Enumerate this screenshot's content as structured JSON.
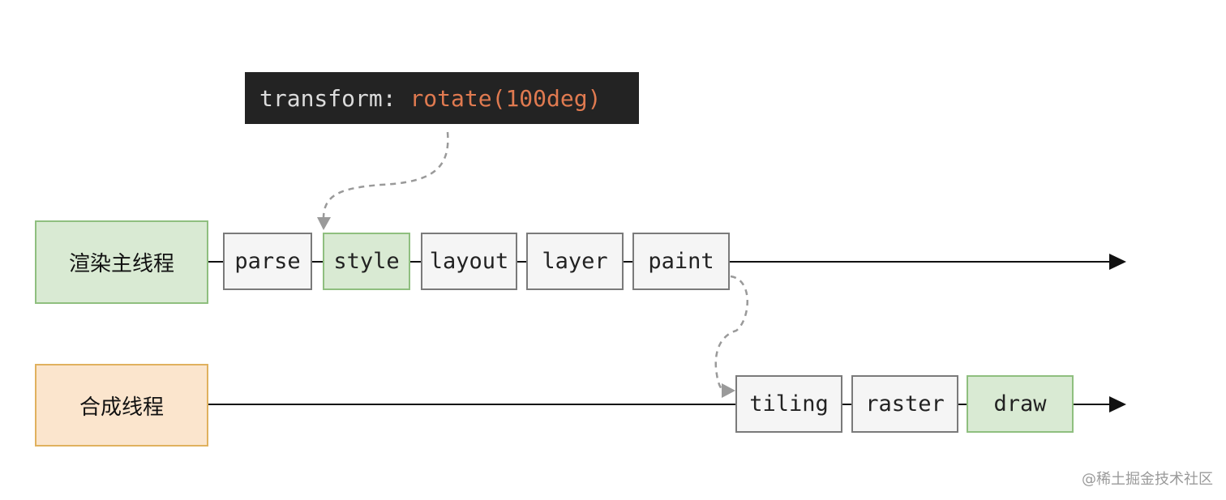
{
  "code": {
    "property": "transform: ",
    "value": "rotate(100deg)"
  },
  "threads": {
    "main": {
      "label": "渲染主线程"
    },
    "compositor": {
      "label": "合成线程"
    }
  },
  "main_steps": [
    {
      "label": "parse",
      "highlight": false
    },
    {
      "label": "style",
      "highlight": true
    },
    {
      "label": "layout",
      "highlight": false
    },
    {
      "label": "layer",
      "highlight": false
    },
    {
      "label": "paint",
      "highlight": false
    }
  ],
  "compositor_steps": [
    {
      "label": "tiling",
      "highlight": false
    },
    {
      "label": "raster",
      "highlight": false
    },
    {
      "label": "draw",
      "highlight": true
    }
  ],
  "watermark": "@稀土掘金技术社区",
  "colors": {
    "highlight_fill": "#d9ead3",
    "main_thread_fill": "#d9ead3",
    "compositor_thread_fill": "#fbe5cd",
    "code_background": "#232323",
    "code_value": "#e07a50"
  }
}
